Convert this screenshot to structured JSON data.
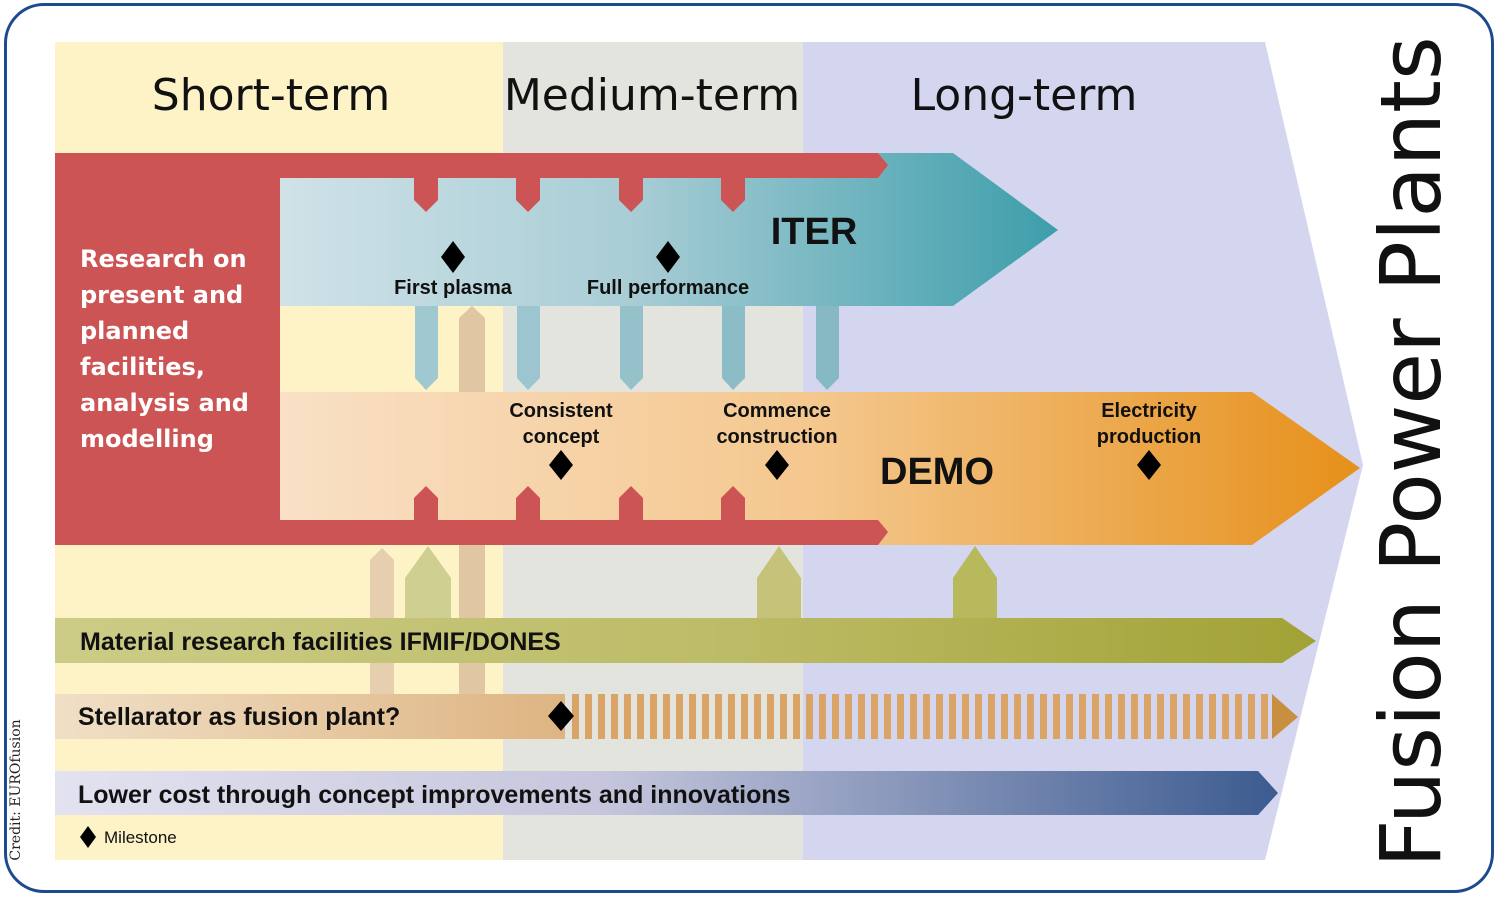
{
  "phases": [
    {
      "label": "Short-term",
      "color": "#fdf3c7"
    },
    {
      "label": "Medium-term",
      "color": "#e3e4dd"
    },
    {
      "label": "Long-term",
      "color": "#d4d5ee"
    }
  ],
  "research_box": {
    "lines": [
      "Research on",
      "present and",
      "planned",
      "facilities,",
      "analysis and",
      "modelling"
    ],
    "color": "#cd5454"
  },
  "iter": {
    "label": "ITER",
    "milestones": [
      "First plasma",
      "Full performance"
    ],
    "color_start": "#cde0e6",
    "color_end": "#3fa0ad"
  },
  "demo": {
    "label": "DEMO",
    "milestones": [
      {
        "lines": [
          "Consistent",
          "concept"
        ]
      },
      {
        "lines": [
          "Commence",
          "construction"
        ]
      },
      {
        "lines": [
          "Electricity",
          "production"
        ]
      }
    ],
    "color_start": "#f8dcc0",
    "color_end": "#e8961a"
  },
  "tracks": [
    {
      "label": "Material research facilities IFMIF/DONES",
      "color": "#a6a83b"
    },
    {
      "label": "Stellarator as fusion plant?",
      "color": "#d4a063"
    },
    {
      "label": "Lower cost through concept improvements and innovations",
      "color": "#3e5d92"
    }
  ],
  "legend": {
    "icon": "milestone-diamond-icon",
    "label": "Milestone"
  },
  "goal": {
    "label": "Fusion Power Plants"
  },
  "credit": "Credit: EUROfusion"
}
